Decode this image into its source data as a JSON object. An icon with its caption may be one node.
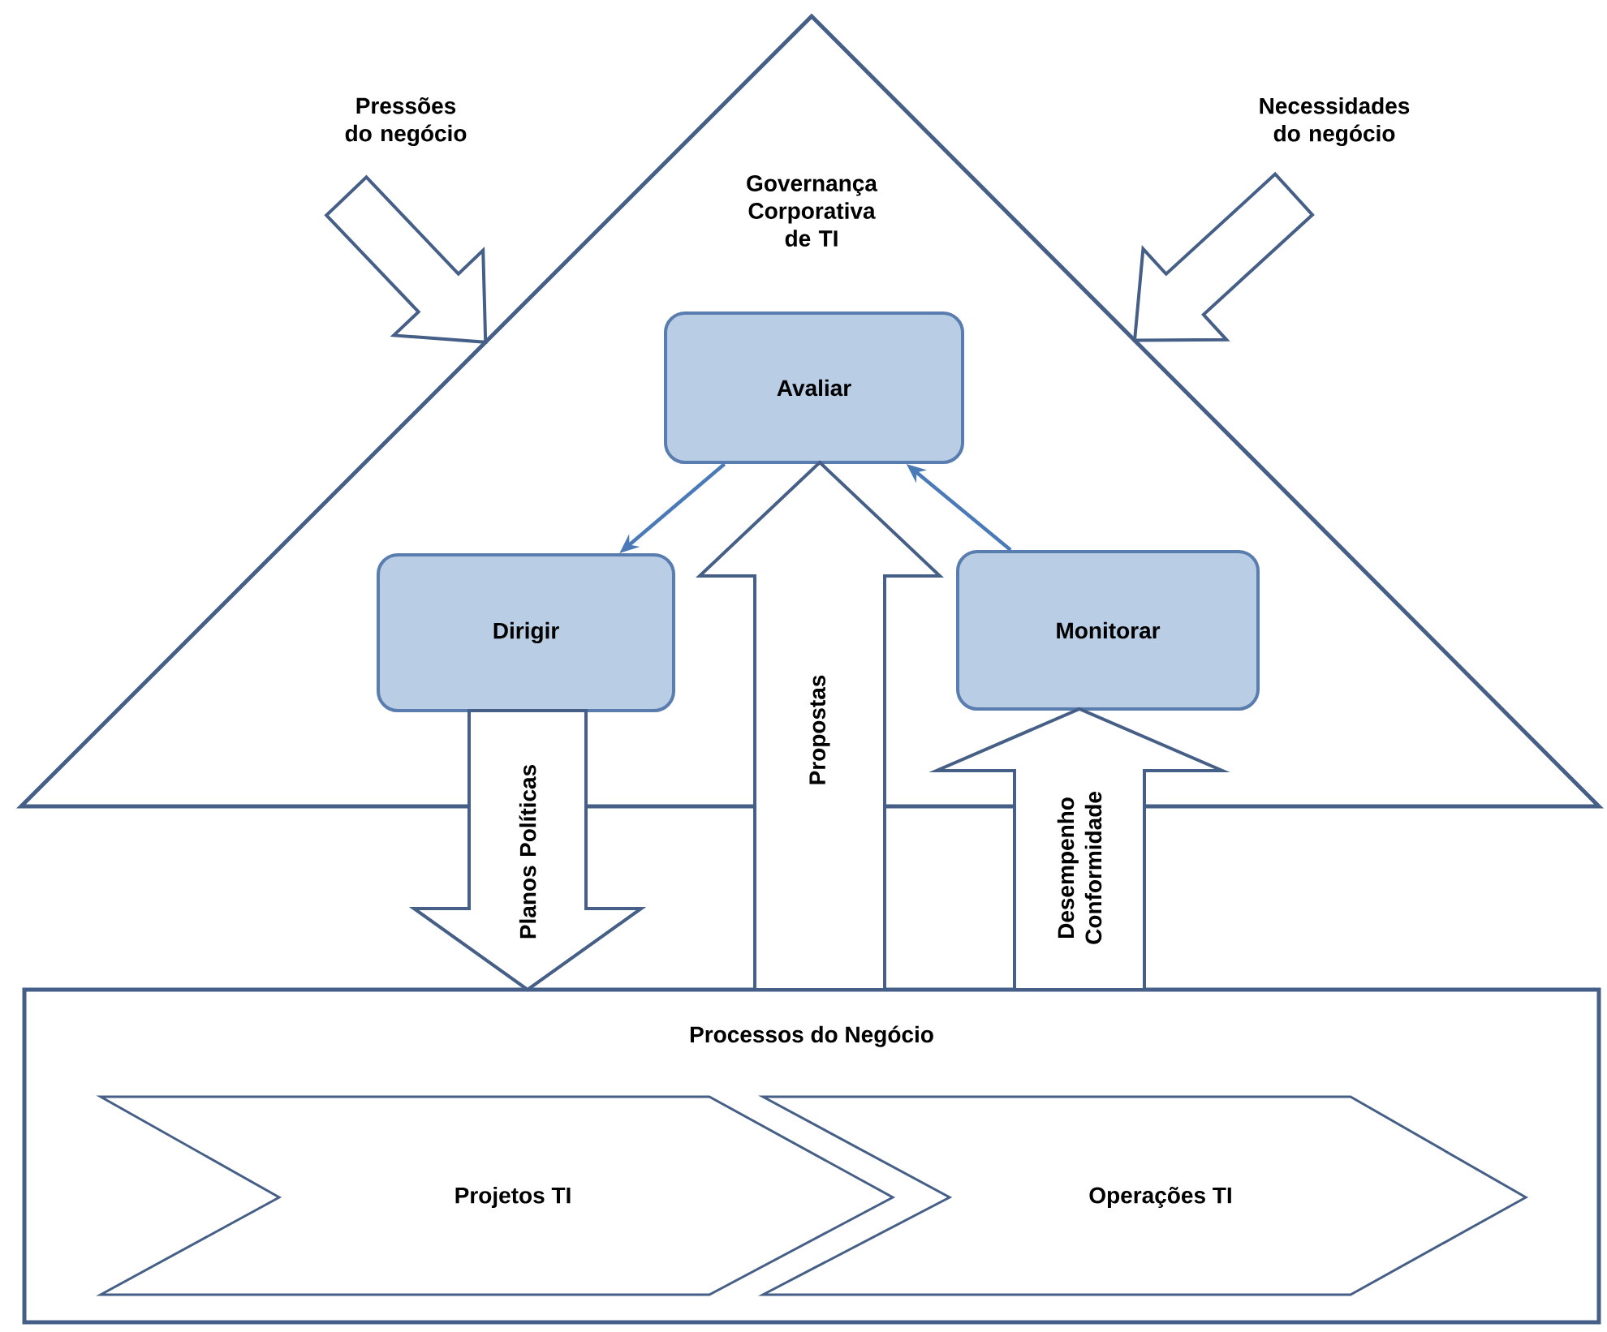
{
  "diagram": {
    "nodes": [
      {
        "text": [
          "Pressões do negócio"
        ]
      },
      {
        "text": [
          "Necessidades do negócio"
        ]
      },
      {
        "text": [
          "Governança Corporativa de TI"
        ]
      },
      {
        "text": [
          "Avaliar"
        ],
        "in": 2
      },
      {
        "text": [
          "Dirigir"
        ],
        "in": 2
      },
      {
        "text": [
          "Monitorar"
        ],
        "in": 2
      },
      {
        "text": [
          "Processos do Negócio"
        ]
      },
      {
        "text": [
          "Projetos TI"
        ],
        "in": 6
      },
      {
        "text": [
          "Operações TI"
        ],
        "in": 6
      }
    ],
    "edges": [
      {
        "from": 0,
        "to": 2,
        "arrow": "to",
        "style": "thick"
      },
      {
        "from": 1,
        "to": 2,
        "arrow": "to",
        "style": "thick"
      },
      {
        "from": 3,
        "to": 4,
        "arrow": "to",
        "color": "#4a7ab8"
      },
      {
        "from": 5,
        "to": 3,
        "arrow": "to",
        "color": "#4a7ab8"
      },
      {
        "from": 4,
        "to": 6,
        "arrow": "to",
        "style": "thick",
        "label": "Planos Políticas"
      },
      {
        "from": 6,
        "to": 3,
        "arrow": "to",
        "style": "thick",
        "label": "Propostas"
      },
      {
        "from": 6,
        "to": 5,
        "arrow": "to",
        "style": "thick",
        "label": "Desempenho Conformidade"
      }
    ]
  }
}
